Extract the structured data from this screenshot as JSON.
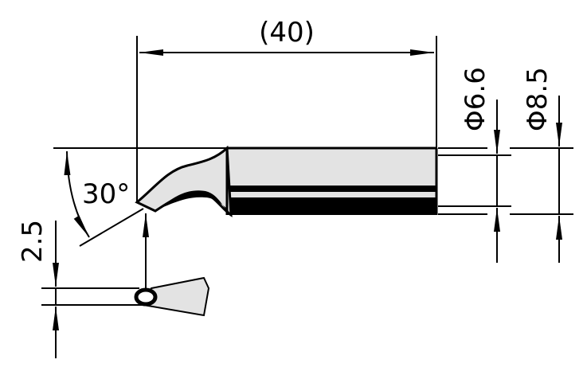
{
  "diagram": {
    "length_label": "(40)",
    "diameter_inner_label": "Φ6.6",
    "diameter_outer_label": "Φ8.5",
    "angle_label": "30°",
    "tip_width_label": "2.5"
  },
  "colors": {
    "fill_light": "#e3e3e3",
    "ink": "#000000"
  }
}
